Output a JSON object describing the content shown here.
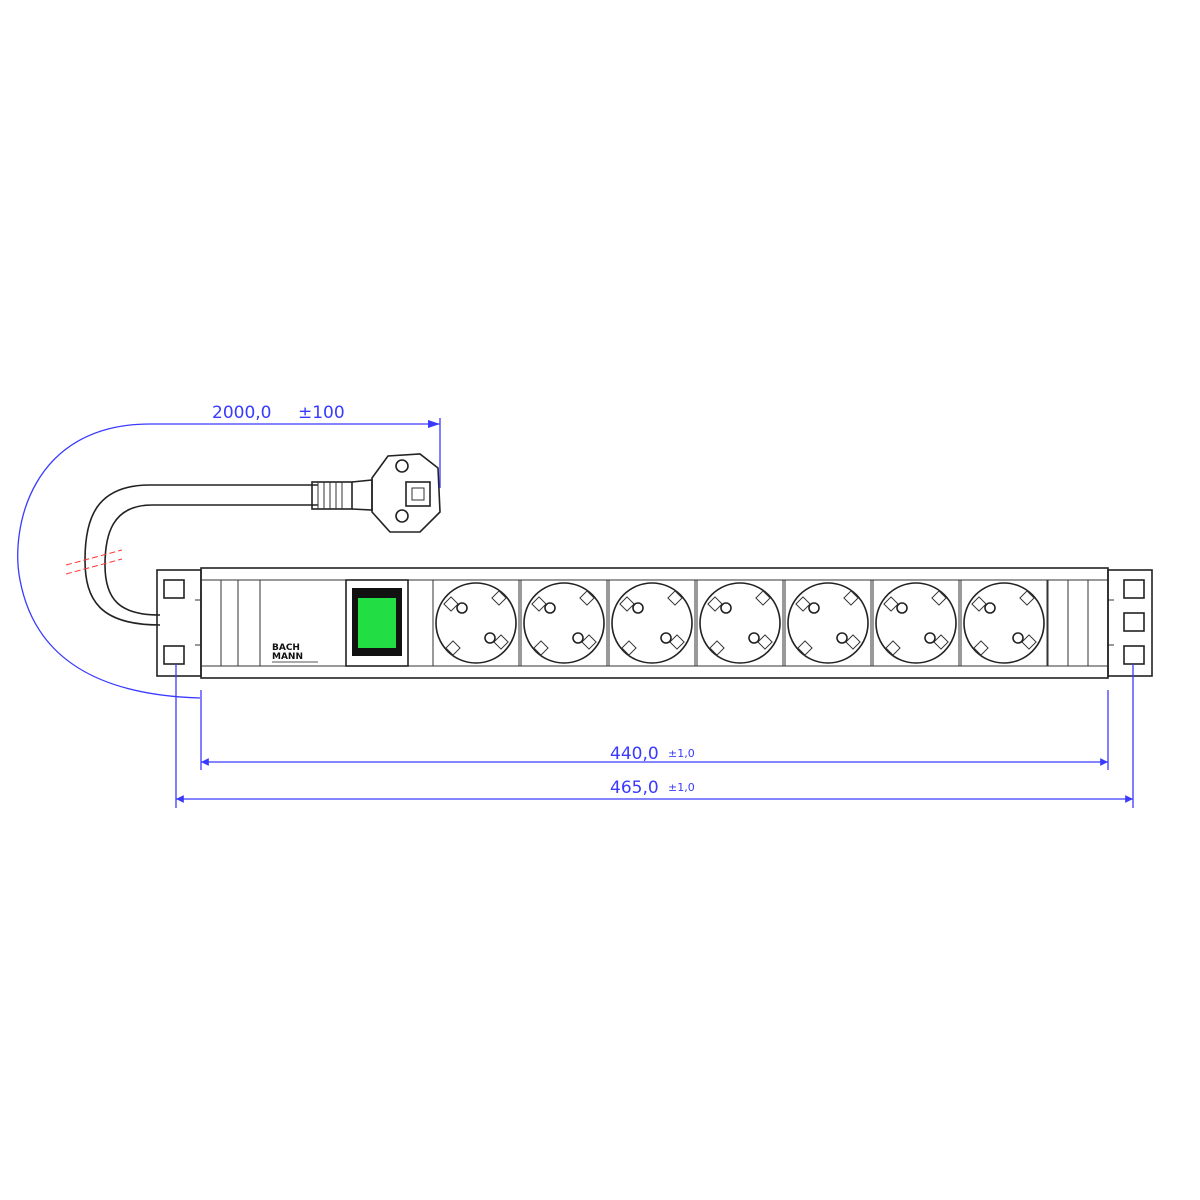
{
  "dimensions": {
    "cable_length": "2000,0",
    "cable_tolerance": "±100",
    "body_width": "440,0",
    "body_tolerance": "±1,0",
    "overall_width": "465,0",
    "overall_tolerance": "±1,0"
  },
  "logo": {
    "line1": "BACH",
    "line2": "MANN"
  },
  "socket_count": 7,
  "colors": {
    "dimension": "#3a3aff",
    "switch": "#22dd44",
    "break_mark": "#ff3333",
    "outline": "#222222"
  },
  "icons": [
    "schuko-plug-icon",
    "power-switch-icon",
    "schuko-socket-icon",
    "mounting-slot-icon"
  ]
}
